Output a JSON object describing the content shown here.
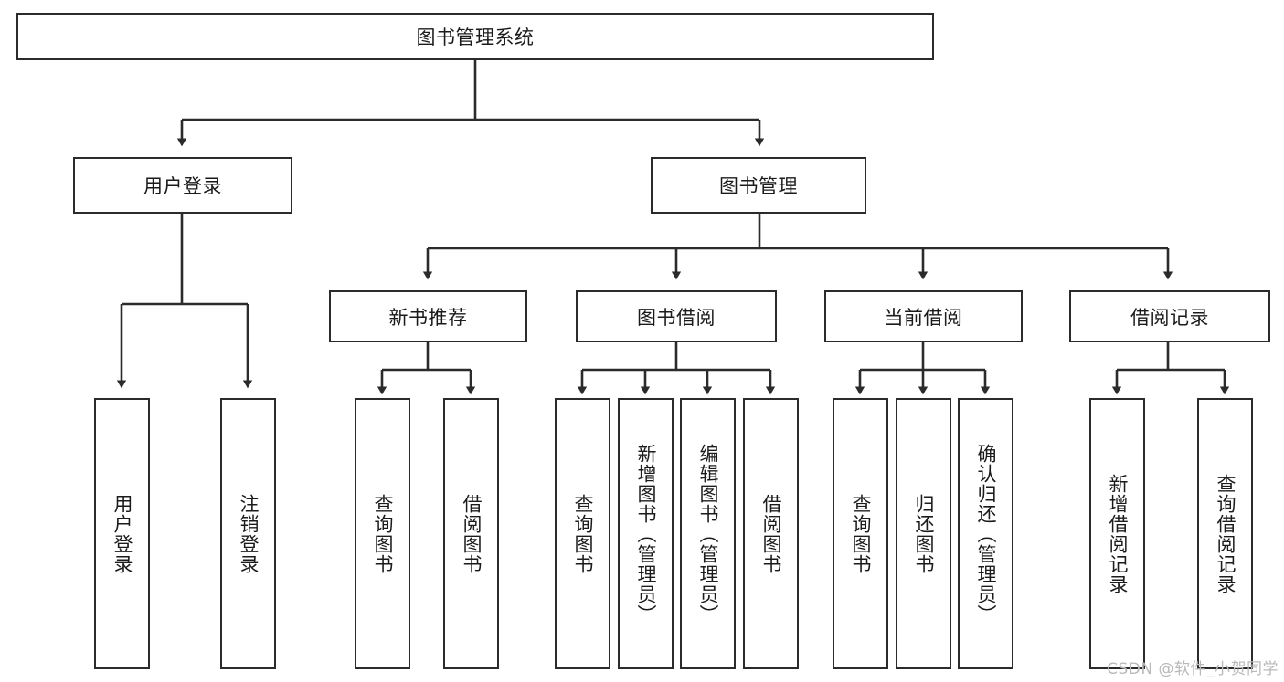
{
  "diagram": {
    "title": "图书管理系统",
    "type": "tree-hierarchy-chart",
    "stroke_color": "#2b2b2b",
    "fill_color": "#ffffff",
    "text_color": "#1b1b1b"
  },
  "root": {
    "label": "图书管理系统"
  },
  "level2": [
    {
      "label": "用户登录"
    },
    {
      "label": "图书管理"
    }
  ],
  "level3": [
    {
      "label": "新书推荐"
    },
    {
      "label": "图书借阅"
    },
    {
      "label": "当前借阅"
    },
    {
      "label": "借阅记录"
    }
  ],
  "leaves": {
    "user_login": [
      {
        "label": "用户登录"
      },
      {
        "label": "注销登录"
      }
    ],
    "new_book": [
      {
        "label": "查询图书"
      },
      {
        "label": "借阅图书"
      }
    ],
    "book_borrow": [
      {
        "label": "查询图书"
      },
      {
        "label": "新增图书（管理员）"
      },
      {
        "label": "编辑图书（管理员）"
      },
      {
        "label": "借阅图书"
      }
    ],
    "current_borrow": [
      {
        "label": "查询图书"
      },
      {
        "label": "归还图书"
      },
      {
        "label": "确认归还（管理员）"
      }
    ],
    "borrow_record": [
      {
        "label": "新增借阅记录"
      },
      {
        "label": "查询借阅记录"
      }
    ]
  },
  "watermark": {
    "text": "CSDN @软件_小贺同学"
  }
}
